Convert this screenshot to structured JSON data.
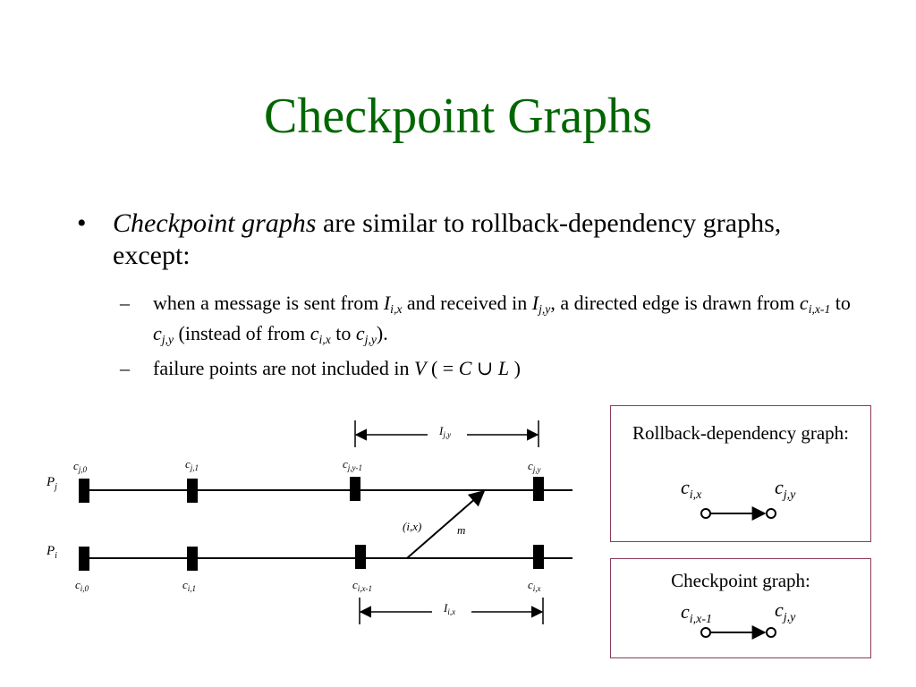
{
  "title": "Checkpoint Graphs",
  "bullet1": {
    "term": "Checkpoint graphs",
    "rest": " are similar to rollback-dependency graphs, except:"
  },
  "bullet2": {
    "t1": "when a message is sent from ",
    "I": "I",
    "ix": "i,x",
    "t2": " and received in ",
    "jy": "j,y",
    "t3": ", a directed edge is drawn from ",
    "c": "c",
    "ix1": "i,x-1",
    "t4": " to ",
    "t5": " (instead of from ",
    "t6": " to ",
    "t7": ")."
  },
  "bullet3": {
    "t1": "failure points are not included in ",
    "V": "V",
    "t2": " ( = ",
    "C": "C",
    "union": "∪",
    "L": "L",
    "t3": " )"
  },
  "box1": {
    "caption": "Rollback-dependency graph:",
    "from_main": "c",
    "from_sub": "i,x",
    "to_main": "c",
    "to_sub": "j,y"
  },
  "box2": {
    "caption": "Checkpoint graph:",
    "from_main": "c",
    "from_sub": "i,x-1",
    "to_main": "c",
    "to_sub": "j,y"
  },
  "diagram": {
    "interval_top": {
      "main": "I",
      "sub": "j,y"
    },
    "interval_bottom": {
      "main": "I",
      "sub": "i,x"
    },
    "process_j": {
      "main": "P",
      "sub": "j"
    },
    "process_i": {
      "main": "P",
      "sub": "i"
    },
    "checkpoints_j": [
      {
        "main": "c",
        "sub": "j,0"
      },
      {
        "main": "c",
        "sub": "j,1"
      },
      {
        "main": "c",
        "sub": "j,y-1"
      },
      {
        "main": "c",
        "sub": "j,y"
      }
    ],
    "checkpoints_i": [
      {
        "main": "c",
        "sub": "i,0"
      },
      {
        "main": "c",
        "sub": "i,1"
      },
      {
        "main": "c",
        "sub": "i,x-1"
      },
      {
        "main": "c",
        "sub": "i,x"
      }
    ],
    "event_label": "(i,x)",
    "message_label": "m"
  }
}
